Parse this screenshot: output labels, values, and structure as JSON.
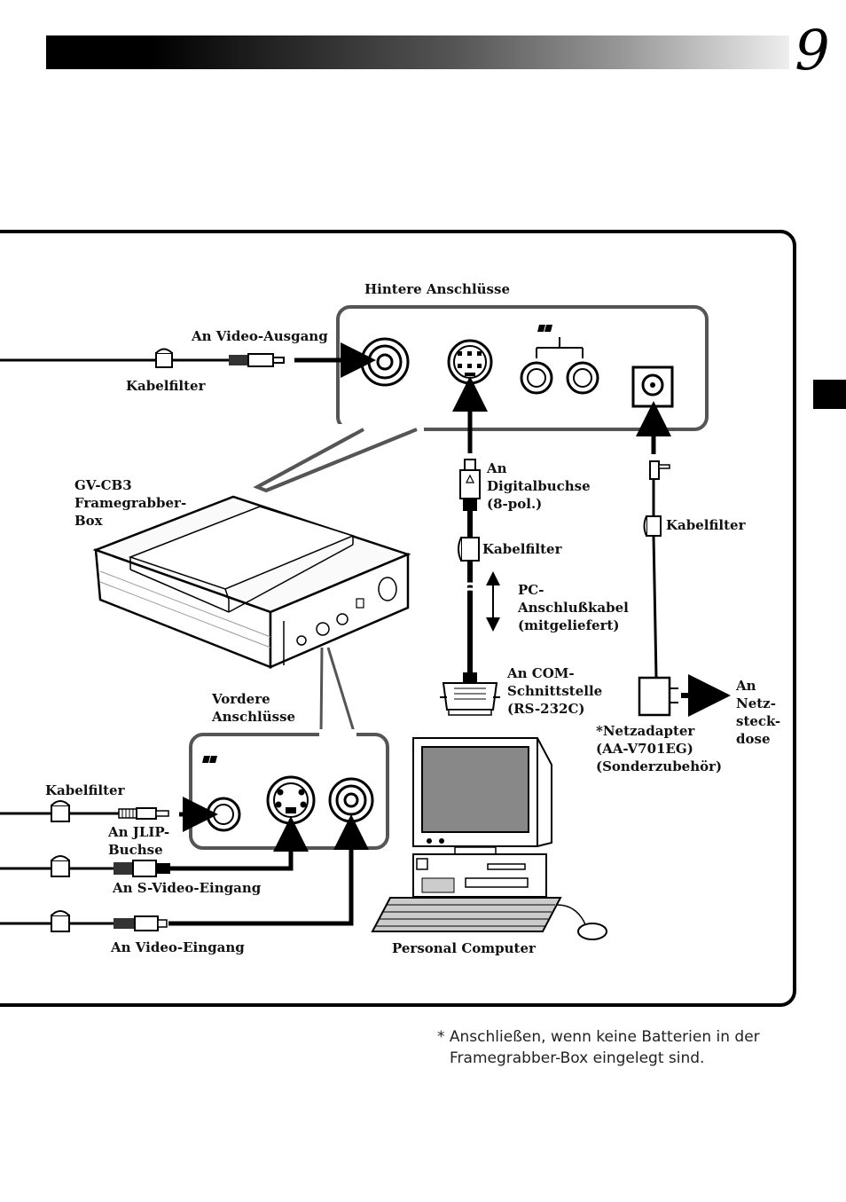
{
  "header": {
    "page_number": "9"
  },
  "labels": {
    "hintere_anschluesse": "Hintere Anschlüsse",
    "an_video_ausgang": "An Video-Ausgang",
    "kabelfilter_top": "Kabelfilter",
    "gv_cb3": "GV-CB3\nFramegrabber-\nBox",
    "an_digitalbuchse": "An\nDigitalbuchse\n(8-pol.)",
    "kabelfilter_pc": "Kabelfilter",
    "pc_anschlusskabel": "PC-\nAnschlußkabel\n(mitgeliefert)",
    "an_com": "An COM-\nSchnittstelle\n(RS-232C)",
    "kabelfilter_adapter": "Kabelfilter",
    "an_netzsteckdose": "An\nNetz-\nsteck-\ndose",
    "netzadapter": "*Netzadapter\n(AA-V701EG)\n(Sonderzubehör)",
    "vordere_anschluesse": "Vordere\nAnschlüsse",
    "kabelfilter_front": "Kabelfilter",
    "an_jlip_buchse": "An JLIP-\nBuchse",
    "an_s_video_eingang": "An S-Video-Eingang",
    "an_video_eingang": "An Video-Eingang",
    "personal_computer": "Personal Computer"
  },
  "footnote": {
    "line1": "* Anschließen, wenn keine Batterien in der",
    "line2": "Framegrabber-Box eingelegt sind."
  }
}
